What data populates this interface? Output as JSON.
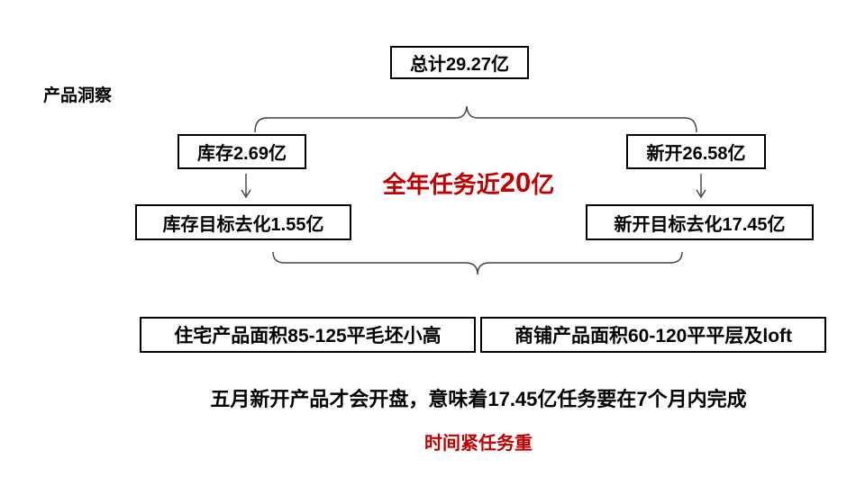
{
  "colors": {
    "red": "#c00000",
    "black": "#000000",
    "line": "#404040",
    "background": "#ffffff"
  },
  "section_label": "产品洞察",
  "tree": {
    "total_box": "总计29.27亿",
    "inventory_box": "库存2.69亿",
    "new_open_box": "新开26.58亿",
    "inventory_target_box": "库存目标去化1.55亿",
    "new_open_target_box": "新开目标去化17.45亿",
    "annual_task": {
      "prefix": "全年任务近",
      "number": "20",
      "suffix": "亿"
    },
    "residential_box": "住宅产品面积85-125平毛坯小高",
    "shop_box": "商铺产品面积60-120平平层及loft"
  },
  "footer": {
    "note": "五月新开产品才会开盘，意味着17.45亿任务要在7个月内完成",
    "emphasis": "时间紧任务重"
  }
}
